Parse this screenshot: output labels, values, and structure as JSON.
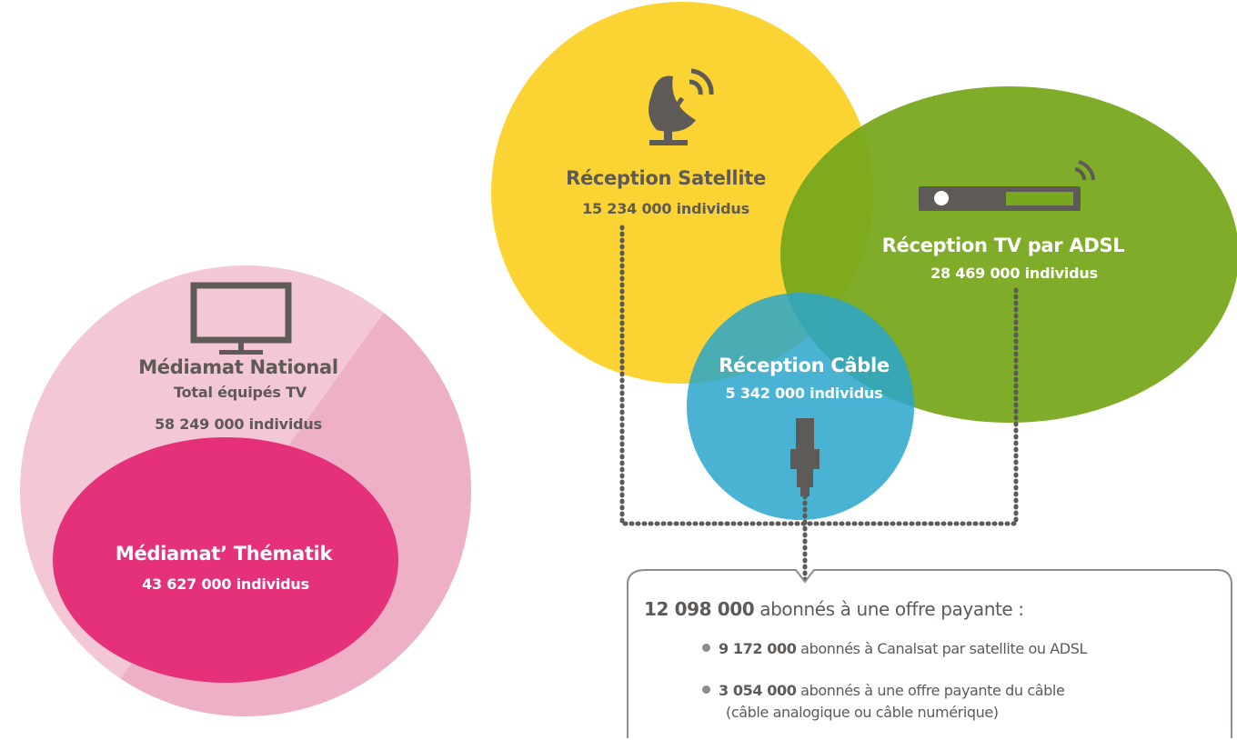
{
  "colors": {
    "pink_light": "#f3c7d6",
    "pink_mid": "#eeb0c6",
    "pink_dark": "#e5317a",
    "satellite_yellow": "#fbd434",
    "adsl_green": "#78a81e",
    "cable_blue": "#2aa6cb",
    "icon_grey": "#5e5a58"
  },
  "national": {
    "title": "Médiamat National",
    "subtitle": "Total équipés TV",
    "count": "58 249 000 individus",
    "icon": "tv-icon"
  },
  "thematik": {
    "title": "Médiamat’ Thématik",
    "count": "43 627 000 individus"
  },
  "satellite": {
    "title": "Réception Satellite",
    "count": "15 234 000 individus",
    "icon": "satellite-dish-icon"
  },
  "adsl": {
    "title": "Réception TV par ADSL",
    "count": "28 469 000 individus",
    "icon": "adsl-box-icon"
  },
  "cable": {
    "title": "Réception Câble",
    "count": "5 342 000 individus",
    "icon": "cable-plug-icon"
  },
  "summary": {
    "total_number": "12 098 000",
    "total_text": "abonnés à une offre payante :",
    "items": [
      {
        "number": "9 172 000",
        "text": "abonnés à Canalsat par satellite ou ADSL"
      },
      {
        "number": "3 054 000",
        "text": "abonnés à  une offre payante du câble",
        "text2": "(câble analogique ou câble numérique)"
      }
    ]
  }
}
